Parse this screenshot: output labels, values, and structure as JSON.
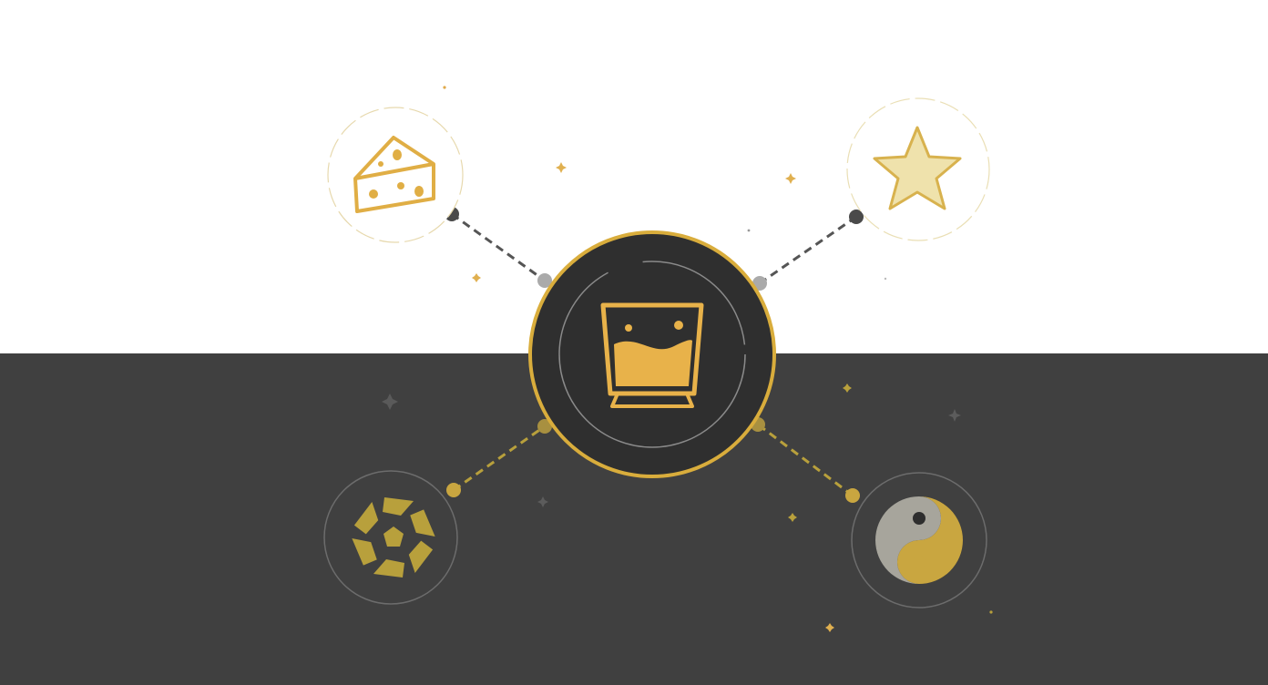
{
  "theme": {
    "top_background": "#ffffff",
    "bottom_background": "#404040",
    "accent_gold": "#e8b24a",
    "accent_olive_gold": "#b8a03c",
    "hub_fill": "#2f2f2f",
    "connector_dark": "#555555",
    "connector_gold": "#b8a03c"
  },
  "diagram": {
    "hub": {
      "icon": "whiskey-glass-icon"
    },
    "nodes": [
      {
        "id": "top-left",
        "icon": "cheese-icon"
      },
      {
        "id": "top-right",
        "icon": "star-icon"
      },
      {
        "id": "bottom-left",
        "icon": "geometric-knot-icon"
      },
      {
        "id": "bottom-right",
        "icon": "yin-yang-icon"
      }
    ],
    "edges": [
      {
        "from": "hub",
        "to": "top-left",
        "style": "dashed"
      },
      {
        "from": "hub",
        "to": "top-right",
        "style": "dashed"
      },
      {
        "from": "hub",
        "to": "bottom-left",
        "style": "dashed"
      },
      {
        "from": "hub",
        "to": "bottom-right",
        "style": "dashed"
      }
    ]
  }
}
